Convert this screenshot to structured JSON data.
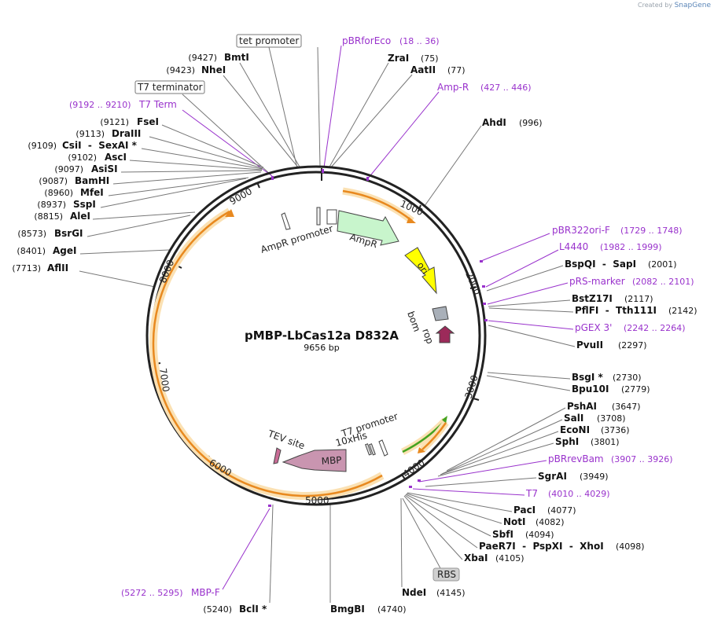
{
  "credit": {
    "created_by": "Created by",
    "brand": "SnapGene"
  },
  "plasmid": {
    "name": "pMBP-LbCas12a D832A",
    "length": 9656,
    "length_text": "9656 bp"
  },
  "colors": {
    "backbone": "#222222",
    "primer": "#9932cc",
    "enzyme_line": "#777777",
    "orf_arc": "#e8891f",
    "orf_glow": "#fbe1b3",
    "green_arc": "#45a31f",
    "ampr": "#c8f5cc",
    "ori": "#ffff00",
    "mbp": "#c995b0",
    "rop": "#9c2a5a",
    "bom": "#a9b0b9",
    "tev": "#c96c96",
    "rbs_fill": "#d0d0d0"
  },
  "ticks": [
    "1000",
    "2000",
    "3000",
    "4000",
    "5000",
    "6000",
    "7000",
    "8000",
    "9000"
  ],
  "features": {
    "ampr_promoter": "AmpR promoter",
    "ampr": "AmpR",
    "ori": "ori",
    "bom": "bom",
    "rop": "rop",
    "t7_promoter": "T7 promoter",
    "his_tag": "10xHis",
    "tev_site": "TEV site",
    "mbp": "MBP"
  },
  "boxed_labels": [
    "tet promoter",
    "T7 terminator",
    "RBS"
  ],
  "primers": [
    {
      "name": "pBRforEco",
      "range": "(18 .. 36)"
    },
    {
      "name": "Amp-R",
      "range": "(427 .. 446)"
    },
    {
      "name": "T7 Term",
      "range": "(9192 .. 9210)"
    },
    {
      "name": "pBR322ori-F",
      "range": "(1729 .. 1748)"
    },
    {
      "name": "L4440",
      "range": "(1982 .. 1999)"
    },
    {
      "name": "pRS-marker",
      "range": "(2082 .. 2101)"
    },
    {
      "name": "pGEX 3'",
      "range": "(2242 .. 2264)"
    },
    {
      "name": "pBRrevBam",
      "range": "(3907 .. 3926)"
    },
    {
      "name": "T7",
      "range": "(4010 .. 4029)"
    },
    {
      "name": "MBP-F",
      "range": "(5272 .. 5295)"
    }
  ],
  "enzymes": [
    {
      "name": "BmtI",
      "pos": "(9427)"
    },
    {
      "name": "NheI",
      "pos": "(9423)"
    },
    {
      "name": "ZraI",
      "pos": "(75)"
    },
    {
      "name": "AatII",
      "pos": "(77)"
    },
    {
      "name": "AhdI",
      "pos": "(996)"
    },
    {
      "name": "FseI",
      "pos": "(9121)"
    },
    {
      "name": "DraIII",
      "pos": "(9113)"
    },
    {
      "name": "CsiI  -  SexAI *",
      "pos": "(9109)"
    },
    {
      "name": "AscI",
      "pos": "(9102)"
    },
    {
      "name": "AsiSI",
      "pos": "(9097)"
    },
    {
      "name": "BamHI",
      "pos": "(9087)"
    },
    {
      "name": "MfeI",
      "pos": "(8960)"
    },
    {
      "name": "SspI",
      "pos": "(8937)"
    },
    {
      "name": "AleI",
      "pos": "(8815)"
    },
    {
      "name": "BsrGI",
      "pos": "(8573)"
    },
    {
      "name": "AgeI",
      "pos": "(8401)"
    },
    {
      "name": "AflII",
      "pos": "(7713)"
    },
    {
      "name": "BspQI  -  SapI",
      "pos": "(2001)"
    },
    {
      "name": "BstZ17I",
      "pos": "(2117)"
    },
    {
      "name": "PflFI  -  Tth111I",
      "pos": "(2142)"
    },
    {
      "name": "PvuII",
      "pos": "(2297)"
    },
    {
      "name": "BsgI *",
      "pos": "(2730)"
    },
    {
      "name": "Bpu10I",
      "pos": "(2779)"
    },
    {
      "name": "PshAI",
      "pos": "(3647)"
    },
    {
      "name": "SalI",
      "pos": "(3708)"
    },
    {
      "name": "EcoNI",
      "pos": "(3736)"
    },
    {
      "name": "SphI",
      "pos": "(3801)"
    },
    {
      "name": "SgrAI",
      "pos": "(3949)"
    },
    {
      "name": "PacI",
      "pos": "(4077)"
    },
    {
      "name": "NotI",
      "pos": "(4082)"
    },
    {
      "name": "SbfI",
      "pos": "(4094)"
    },
    {
      "name": "PaeR7I  -  PspXI  -  XhoI",
      "pos": "(4098)"
    },
    {
      "name": "XbaI",
      "pos": "(4105)"
    },
    {
      "name": "NdeI",
      "pos": "(4145)"
    },
    {
      "name": "BmgBI",
      "pos": "(4740)"
    },
    {
      "name": "BclI *",
      "pos": "(5240)"
    }
  ]
}
